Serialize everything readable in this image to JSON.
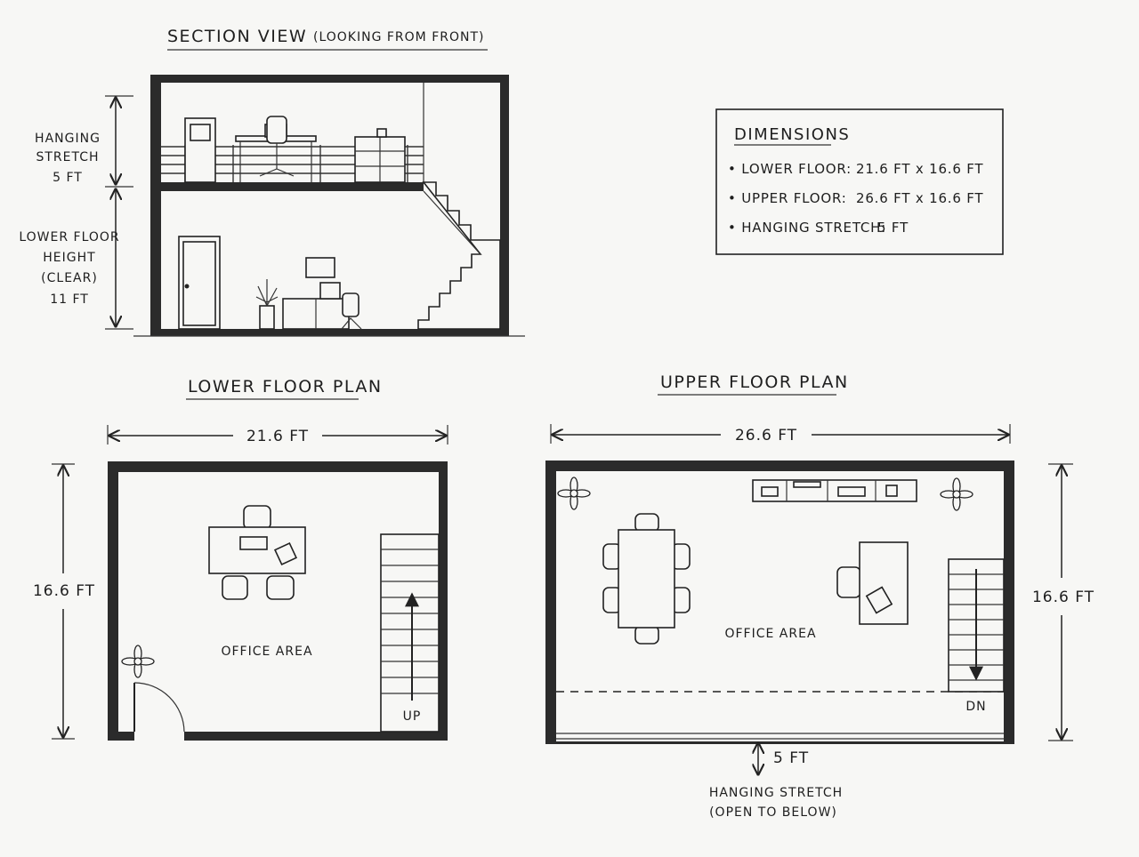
{
  "section_view": {
    "title": "SECTION VIEW",
    "subtitle": "(LOOKING FROM FRONT)",
    "hanging_stretch_label": [
      "HANGING",
      "STRETCH",
      "5 FT"
    ],
    "lower_height_label": [
      "LOWER FLOOR",
      "HEIGHT",
      "(CLEAR)",
      "11 FT"
    ]
  },
  "dimensions_box": {
    "title": "DIMENSIONS",
    "items": [
      {
        "label": "• LOWER FLOOR:",
        "value": "21.6 FT x 16.6 FT"
      },
      {
        "label": "• UPPER FLOOR:",
        "value": "26.6 FT x 16.6 FT"
      },
      {
        "label": "• HANGING STRETCH:",
        "value": "5 FT"
      }
    ]
  },
  "lower_plan": {
    "title": "LOWER FLOOR PLAN",
    "width_label": "21.6 FT",
    "height_label": "16.6 FT",
    "area_label": "OFFICE AREA",
    "stair_label": "UP"
  },
  "upper_plan": {
    "title": "UPPER FLOOR PLAN",
    "width_label": "26.6 FT",
    "height_label": "16.6 FT",
    "area_label": "OFFICE AREA",
    "stair_label": "DN",
    "stretch_dim": "5 FT",
    "stretch_label": [
      "HANGING STRETCH",
      "(OPEN TO BELOW)"
    ]
  }
}
